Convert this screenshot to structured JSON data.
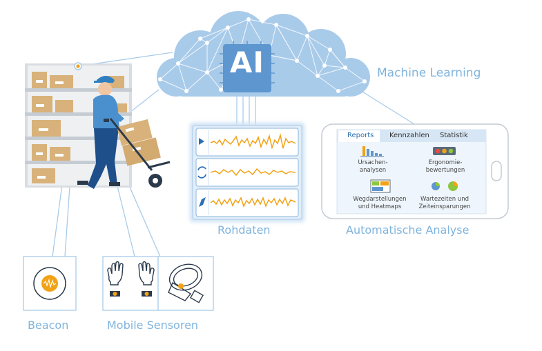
{
  "cloud": {
    "ai_text": "AI",
    "label": "Machine Learning"
  },
  "rawdata": {
    "label": "Rohdaten"
  },
  "analysis": {
    "label": "Automatische Analyse",
    "tabs": [
      "Reports",
      "Kennzahlen",
      "Statistik"
    ],
    "reports": [
      {
        "line1": "Ursachen-",
        "line2": "analysen"
      },
      {
        "line1": "Ergonomie-",
        "line2": "bewertungen"
      },
      {
        "line1": "Wegdarstellungen",
        "line2": "und Heatmaps"
      },
      {
        "line1": "Wartezeiten und",
        "line2": "Zeiteinsparungen"
      }
    ]
  },
  "sensors": {
    "beacon_label": "Beacon",
    "mobile_label": "Mobile Sensoren"
  },
  "colors": {
    "accent": "#7fb4de",
    "cloud": "#a9cbea",
    "orange": "#f2a216",
    "cloud_dark": "#5e96cf"
  }
}
